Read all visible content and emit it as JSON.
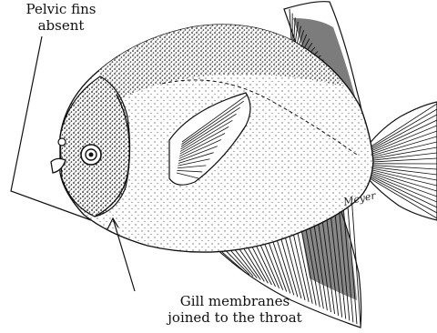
{
  "labels": {
    "pelvic_fins": [
      "Pelvic fins",
      "absent"
    ],
    "gill_membranes": [
      "Gill membranes",
      "joined to the throat"
    ]
  },
  "signature": "Meyer",
  "colors": {
    "ink": "#111111",
    "background": "#ffffff"
  }
}
